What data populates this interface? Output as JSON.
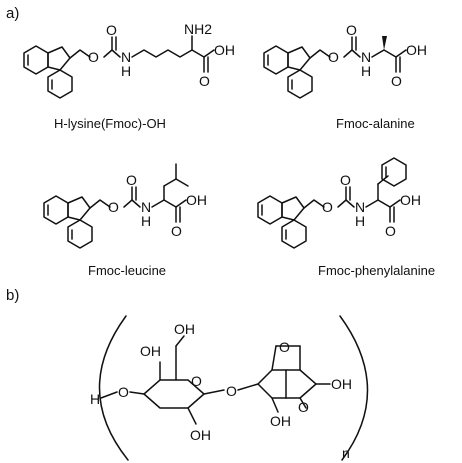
{
  "panels": {
    "a": {
      "label": "a)"
    },
    "b": {
      "label": "b)"
    }
  },
  "compounds": [
    {
      "name": "H-lysine(Fmoc)-OH"
    },
    {
      "name": "Fmoc-alanine"
    },
    {
      "name": "Fmoc-leucine"
    },
    {
      "name": "Fmoc-phenylalanine"
    }
  ],
  "atoms": {
    "O": "O",
    "OH": "OH",
    "H": "H",
    "N": "N",
    "NH2": "NH2",
    "HO_group": "H",
    "subscript_n": "n"
  }
}
